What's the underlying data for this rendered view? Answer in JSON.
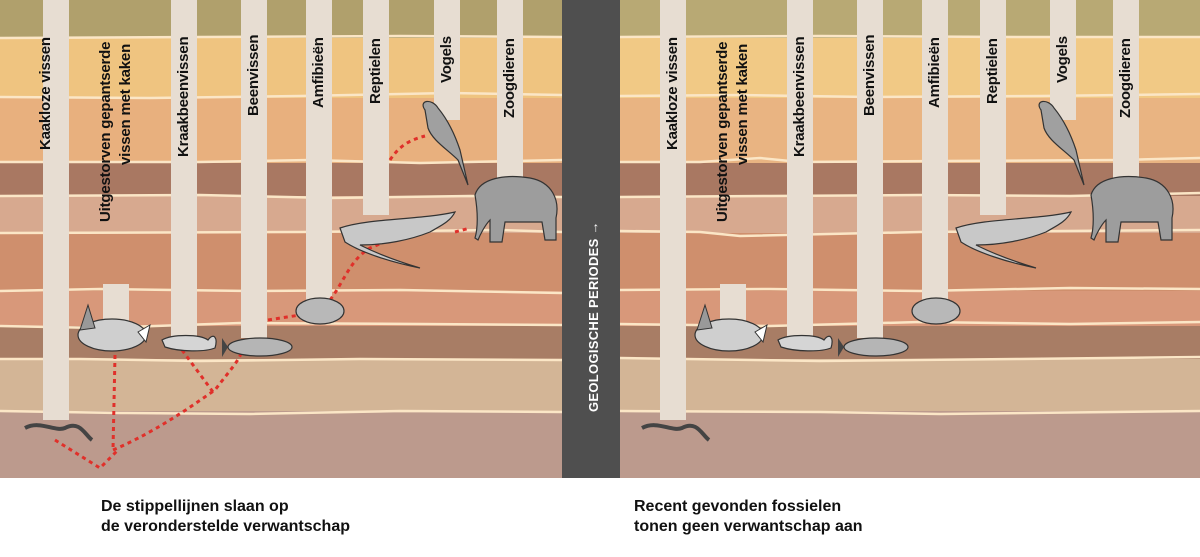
{
  "columns": [
    {
      "id": "kaakloze",
      "label": "Kaakloze vissen"
    },
    {
      "id": "uitgestorven",
      "label": "Uitgestorven gepantserde",
      "label2": "vissen met kaken"
    },
    {
      "id": "kraakbeen",
      "label": "Kraakbeenvissen"
    },
    {
      "id": "been",
      "label": "Beenvissen"
    },
    {
      "id": "amfibieen",
      "label": "Amfibieën"
    },
    {
      "id": "reptielen",
      "label": "Reptielen"
    },
    {
      "id": "vogels",
      "label": "Vogels"
    },
    {
      "id": "zoogdieren",
      "label": "Zoogdieren"
    }
  ],
  "divider": {
    "label": "GEOLOGISCHE PERIODES →",
    "color": "#4f4f4f"
  },
  "left_panel": {
    "caption_line1": "De stippellijnen slaan op",
    "caption_line2": "de veronderstelde verwantschap",
    "dotted_line_color": "#e0302a"
  },
  "right_panel": {
    "caption_line1": "Recent gevonden fossielen",
    "caption_line2": "tonen geen verwantschap aan"
  },
  "animals": [
    "lamprey-eel",
    "armored-fish-dunkleosteus",
    "shark-ray",
    "salmon",
    "frog",
    "crocodile",
    "parrot",
    "elephant"
  ],
  "layer_colors": [
    "#b0a06c",
    "#efc480",
    "#e8b07e",
    "#a97862",
    "#d7a98f",
    "#cf8f6d",
    "#d8987a",
    "#a87d65",
    "#d3b596",
    "#bc9a8d"
  ]
}
